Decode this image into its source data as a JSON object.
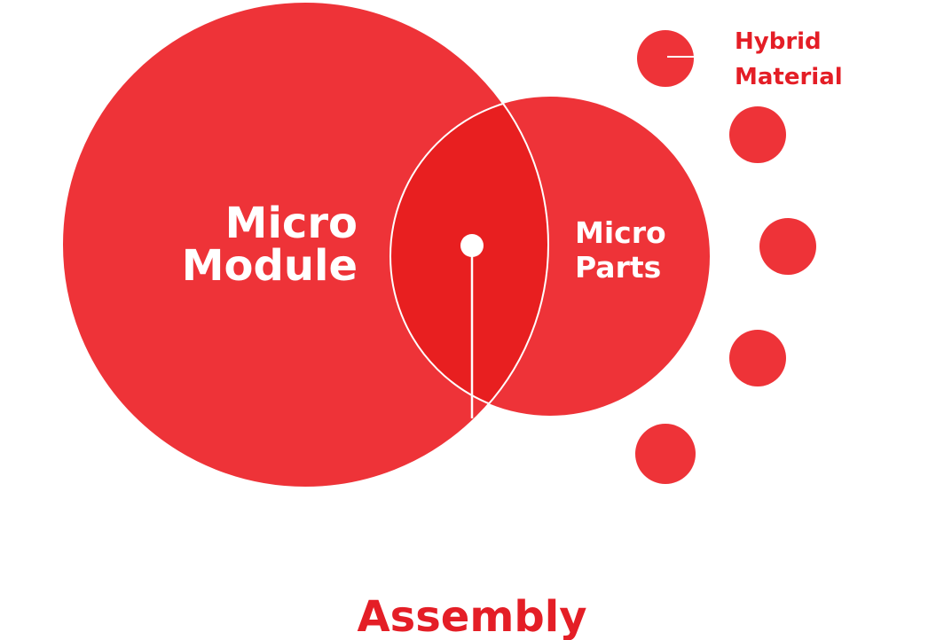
{
  "diagram": {
    "main_circle": {
      "line1": "Micro",
      "line2": "Module"
    },
    "secondary_circle": {
      "line1": "Micro",
      "line2": "Parts"
    },
    "side_label": {
      "line1": "Hybrid",
      "line2": "Material"
    },
    "bottom_label": "Assembly"
  },
  "colors": {
    "circle": "#ee3338",
    "overlap": "#e81f20",
    "outline": "#ffffff",
    "text_dark": "#e41e26"
  },
  "small_circle_count": 5
}
